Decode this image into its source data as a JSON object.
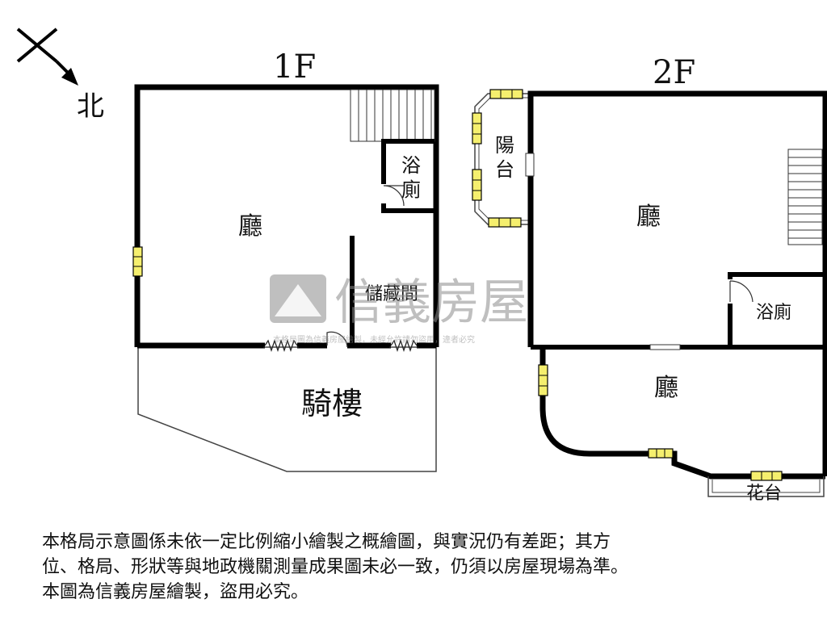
{
  "compass": {
    "north_label": "北"
  },
  "floors": [
    {
      "title": "1F",
      "rooms": {
        "hall": "廳",
        "bath_line1": "浴",
        "bath_line2": "廁",
        "storage": "儲藏間",
        "arcade": "騎樓"
      }
    },
    {
      "title": "2F",
      "rooms": {
        "balcony_line1": "陽",
        "balcony_line2": "台",
        "hall_upper": "廳",
        "bath": "浴廁",
        "hall_lower": "廳",
        "flower_bed": "花台"
      }
    }
  ],
  "watermark": {
    "brand": "信義房屋",
    "notice": "本格局圖為信義房屋繪製，未經允許請勿盜用，違者必究"
  },
  "disclaimer": [
    "本格局示意圖係未依一定比例縮小繪製之概繪圖，與實況仍有差距；其方",
    "位、格局、形狀等與地政機關測量成果圖未必一致，仍須以房屋現場為準。",
    "本圖為信義房屋繪製，盜用必究。"
  ],
  "colors": {
    "wall": "#000000",
    "window_fill": "#f5ef6e",
    "watermark": "#9a9a9a"
  }
}
